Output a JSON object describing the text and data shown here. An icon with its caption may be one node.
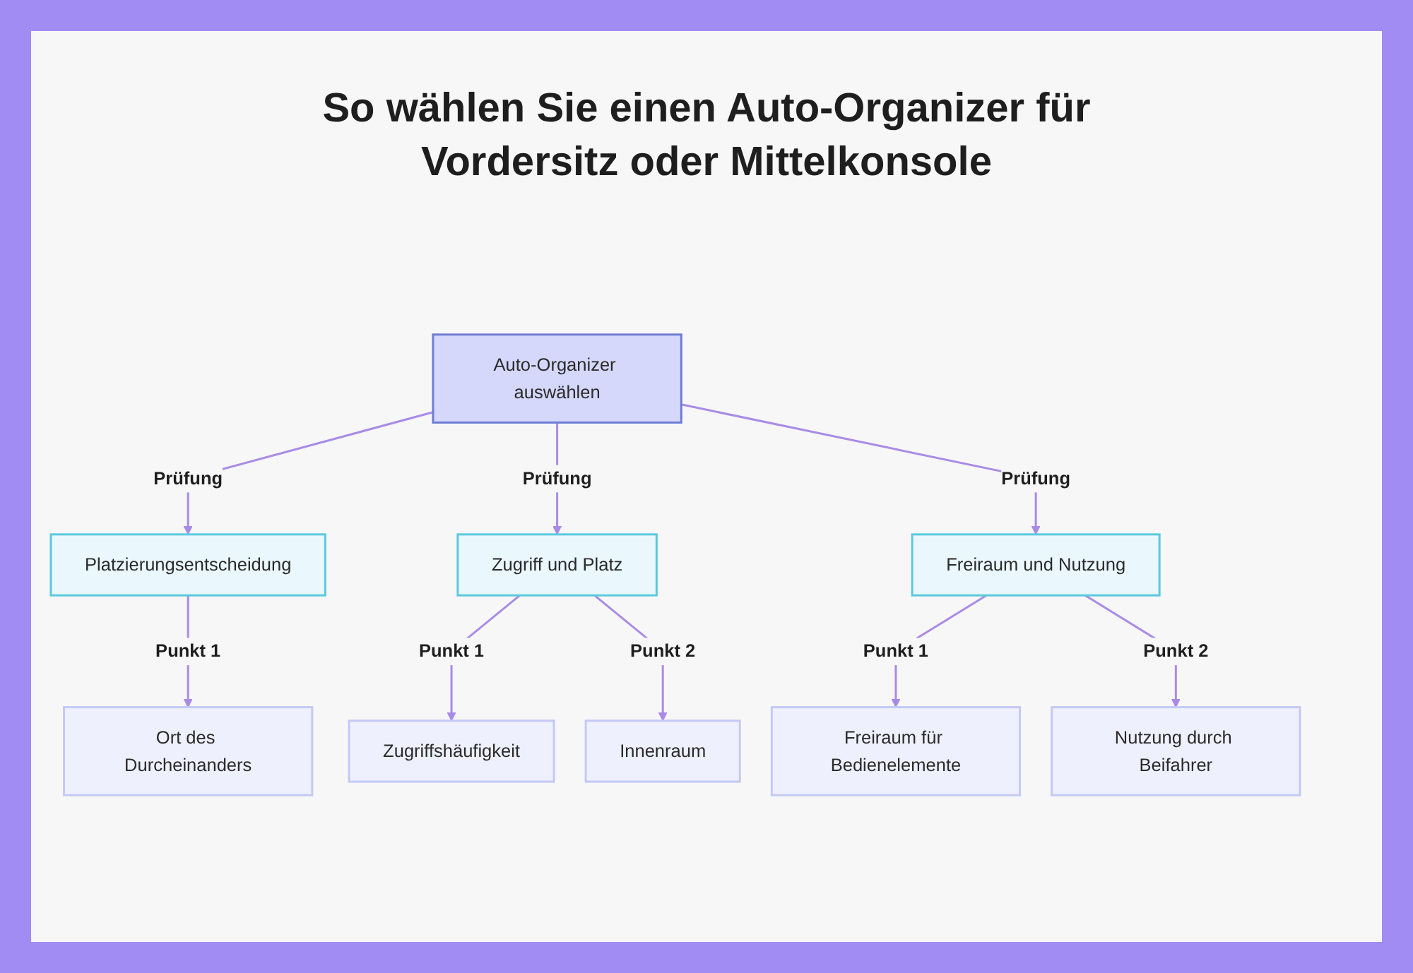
{
  "diagram": {
    "title": "So wählen Sie einen Auto-Organizer für Vordersitz oder Mittelkonsole",
    "nodes": [
      {
        "text": [
          "Auto-Organizer auswählen"
        ]
      },
      {
        "text": [
          "Platzierungsentscheidung"
        ]
      },
      {
        "text": [
          "Zugriff und Platz"
        ]
      },
      {
        "text": [
          "Freiraum und Nutzung"
        ]
      },
      {
        "text": [
          "Ort des Durcheinanders"
        ]
      },
      {
        "text": [
          "Zugriffshäufigkeit"
        ]
      },
      {
        "text": [
          "Innenraum"
        ]
      },
      {
        "text": [
          "Freiraum für Bedienelemente"
        ]
      },
      {
        "text": [
          "Nutzung durch Beifahrer"
        ]
      }
    ],
    "edges": [
      {
        "from": 0,
        "to": 1,
        "arrow": "to",
        "label": "Prüfung"
      },
      {
        "from": 0,
        "to": 2,
        "arrow": "to",
        "label": "Prüfung"
      },
      {
        "from": 0,
        "to": 3,
        "arrow": "to",
        "label": "Prüfung"
      },
      {
        "from": 1,
        "to": 4,
        "arrow": "to",
        "label": "Punkt 1"
      },
      {
        "from": 2,
        "to": 5,
        "arrow": "to",
        "label": "Punkt 1"
      },
      {
        "from": 2,
        "to": 6,
        "arrow": "to",
        "label": "Punkt 2"
      },
      {
        "from": 3,
        "to": 7,
        "arrow": "to",
        "label": "Punkt 1"
      },
      {
        "from": 3,
        "to": 8,
        "arrow": "to",
        "label": "Punkt 2"
      }
    ]
  }
}
